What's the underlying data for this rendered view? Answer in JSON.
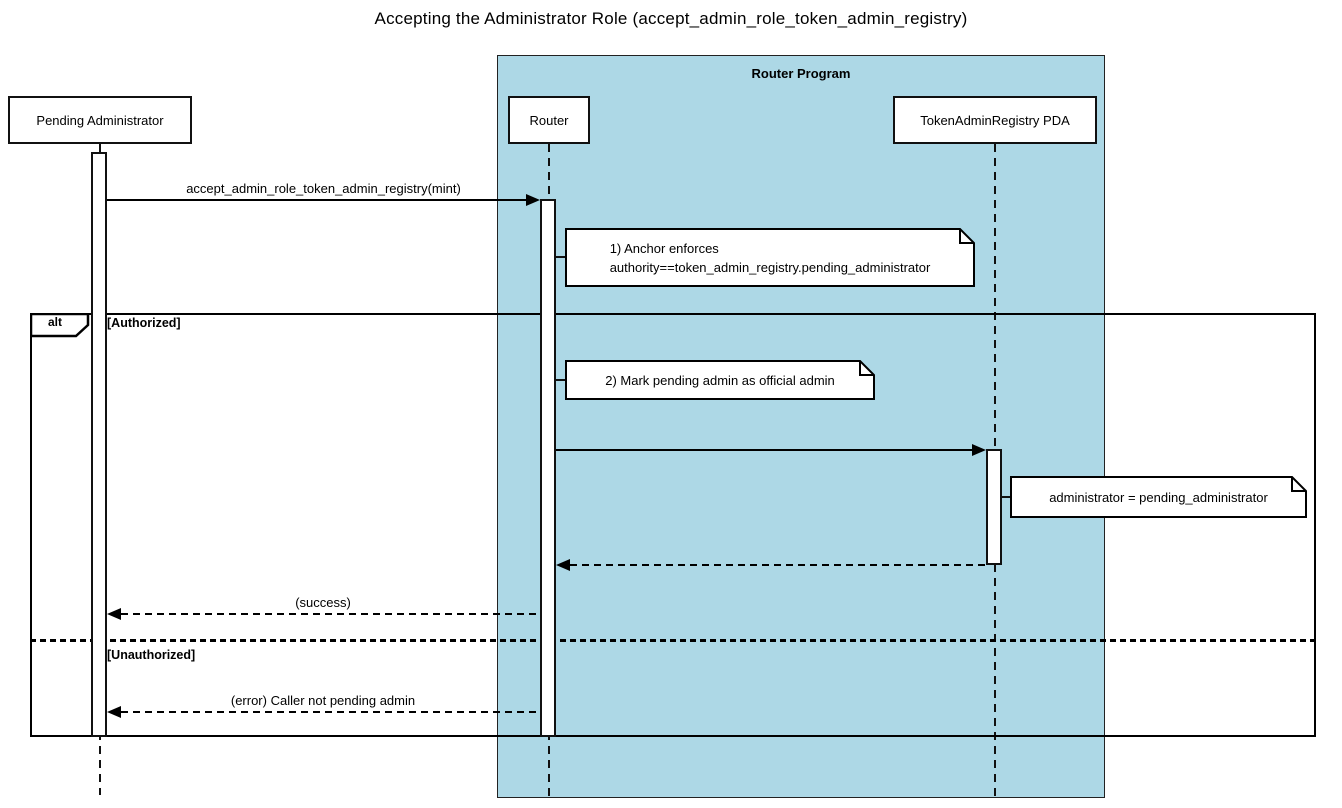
{
  "title": "Accepting the Administrator Role (accept_admin_role_token_admin_registry)",
  "container": {
    "label": "Router Program"
  },
  "participants": [
    {
      "id": "pending-administrator",
      "label": "Pending Administrator"
    },
    {
      "id": "router",
      "label": "Router"
    },
    {
      "id": "token-admin-registry-pda",
      "label": "TokenAdminRegistry PDA"
    }
  ],
  "messages": [
    {
      "from": "pending-administrator",
      "to": "router",
      "style": "solid",
      "label": "accept_admin_role_token_admin_registry(mint)"
    },
    {
      "from": "router",
      "to": "token-admin-registry-pda",
      "style": "solid",
      "label": ""
    },
    {
      "from": "token-admin-registry-pda",
      "to": "router",
      "style": "dashed",
      "label": ""
    },
    {
      "from": "router",
      "to": "pending-administrator",
      "style": "dashed",
      "label": "(success)"
    },
    {
      "from": "router",
      "to": "pending-administrator",
      "style": "dashed",
      "label": "(error) Caller not pending admin"
    }
  ],
  "notes": [
    {
      "attached_to": "router",
      "lines": [
        "1) Anchor enforces",
        "authority==token_admin_registry.pending_administrator"
      ]
    },
    {
      "attached_to": "router",
      "lines": [
        "2) Mark pending admin as official admin"
      ]
    },
    {
      "attached_to": "token-admin-registry-pda",
      "lines": [
        "administrator = pending_administrator"
      ]
    }
  ],
  "alt_frame": {
    "operator": "alt",
    "guards": [
      "[Authorized]",
      "[Unauthorized]"
    ]
  },
  "colors": {
    "container_fill": "#ADD8E6",
    "line": "#000000",
    "note_fill": "#FFFFFF",
    "participant_fill": "#FFFFFF"
  }
}
